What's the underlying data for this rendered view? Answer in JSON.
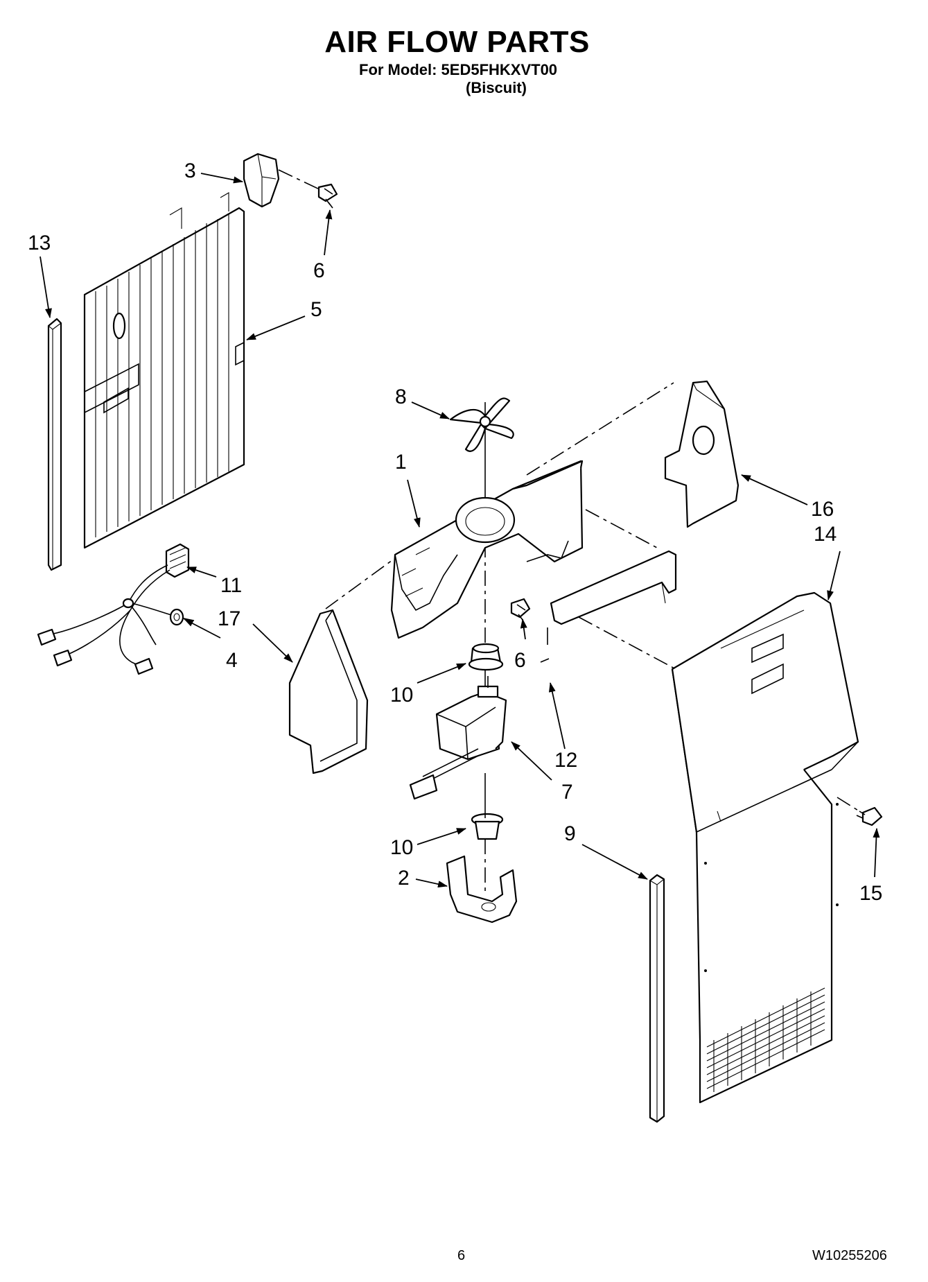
{
  "header": {
    "title": "AIR FLOW PARTS",
    "model_line": "For Model: 5ED5FHKXVT00",
    "color_line": "(Biscuit)"
  },
  "callouts": {
    "c1": "1",
    "c2": "2",
    "c3": "3",
    "c4": "4",
    "c5": "5",
    "c6a": "6",
    "c6b": "6",
    "c7": "7",
    "c8": "8",
    "c9": "9",
    "c10a": "10",
    "c10b": "10",
    "c11": "11",
    "c12": "12",
    "c13": "13",
    "c14": "14",
    "c15": "15",
    "c16": "16",
    "c17": "17"
  },
  "footer": {
    "page_number": "6",
    "document_number": "W10255206"
  }
}
